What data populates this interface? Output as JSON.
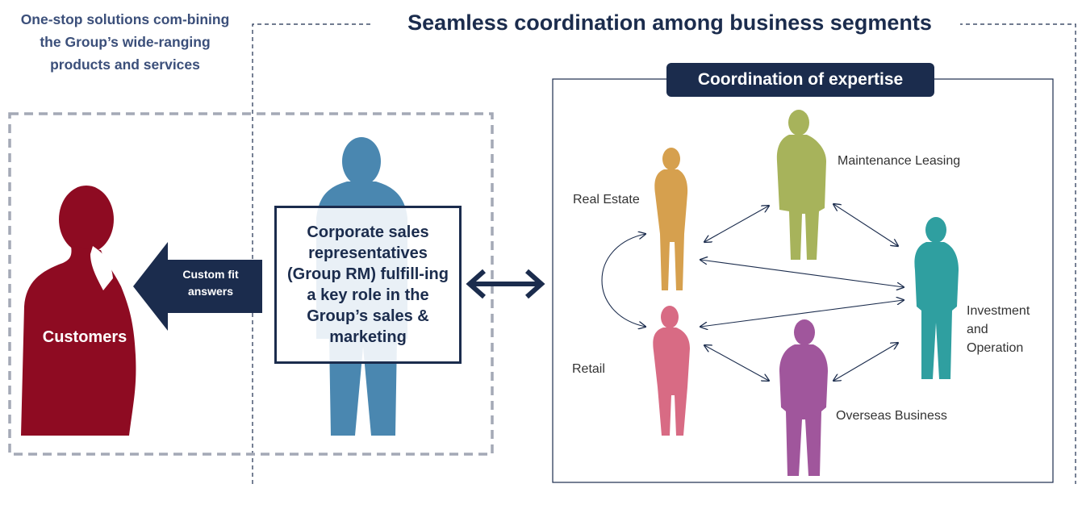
{
  "left_caption": "One-stop solutions com-bining the Group’s wide-ranging products and services",
  "seamless_title": "Seamless coordination among business segments",
  "coordination_label": "Coordination of expertise",
  "customers_label": "Customers",
  "custom_fit_label": "Custom fit answers",
  "rm_box_text": "Corporate sales representatives (Group RM) fulfill-ing a key role in the Group’s sales & marketing",
  "segments": {
    "real_estate": "Real Estate",
    "maintenance_leasing": "Maintenance Leasing",
    "investment_operation": "Investment and Operation",
    "retail": "Retail",
    "overseas_business": "Overseas Business"
  },
  "colors": {
    "navy": "#1b2c4d",
    "customer": "#8e0b22",
    "rm": "#4a87b0",
    "real_estate": "#d6a04e",
    "maintenance_leasing": "#a7b35b",
    "investment_operation": "#2f9fa0",
    "retail": "#d86b84",
    "overseas_business": "#a0569c",
    "dashed_gray": "#a4a9b6"
  }
}
